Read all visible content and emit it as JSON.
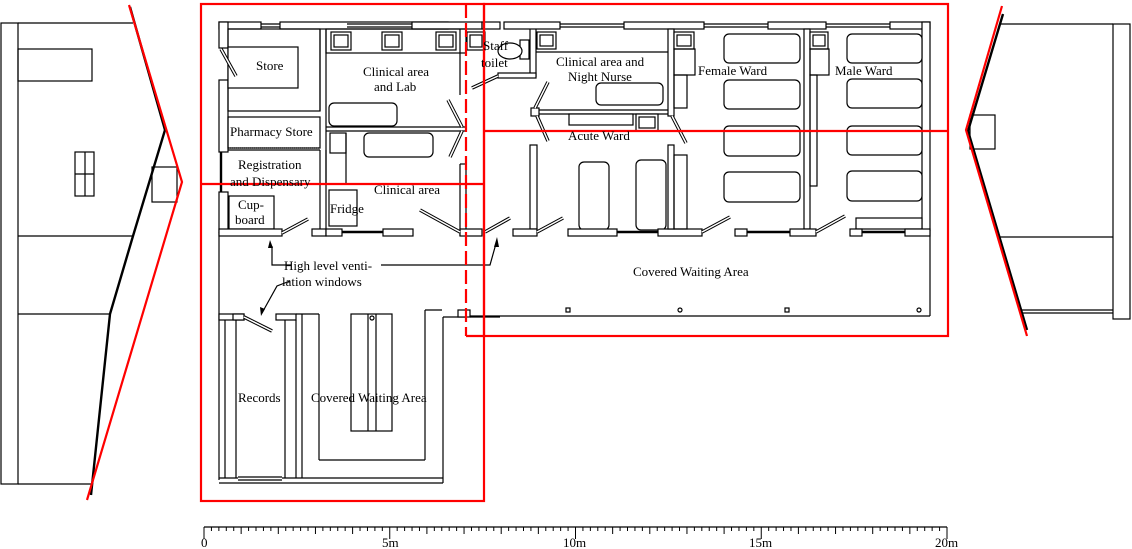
{
  "diagram": {
    "type": "floor-plan",
    "colors": {
      "line": "#000000",
      "overlay": "#ff0000",
      "background": "#ffffff"
    },
    "rooms": [
      {
        "id": "store",
        "label": "Store"
      },
      {
        "id": "clinical-lab",
        "label_line1": "Clinical area",
        "label_line2": "and Lab"
      },
      {
        "id": "staff-toilet",
        "label_line1": "Staff",
        "label_line2": "toilet"
      },
      {
        "id": "clinical-night",
        "label_line1": "Clinical area and",
        "label_line2": "Night Nurse"
      },
      {
        "id": "female-ward",
        "label": "Female Ward"
      },
      {
        "id": "male-ward",
        "label": "Male Ward"
      },
      {
        "id": "pharmacy-store",
        "label": "Pharmacy Store"
      },
      {
        "id": "registration",
        "label_line1": "Registration",
        "label_line2": "and Dispensary"
      },
      {
        "id": "acute-ward",
        "label": "Acute Ward"
      },
      {
        "id": "clinical-area",
        "label": "Clinical area"
      },
      {
        "id": "fridge",
        "label": "Fridge"
      },
      {
        "id": "cupboard",
        "label_line1": "Cup-",
        "label_line2": "board"
      },
      {
        "id": "covered-waiting-right",
        "label": "Covered Waiting Area"
      },
      {
        "id": "records",
        "label": "Records"
      },
      {
        "id": "covered-waiting-left",
        "label": "Covered Waiting Area"
      }
    ],
    "annotation": {
      "line1": "High level venti-",
      "line2": "lation windows"
    },
    "scale_bar": {
      "labels": [
        "0",
        "5m",
        "10m",
        "15m",
        "20m"
      ],
      "range_m": [
        0,
        20
      ],
      "major_tick_every_m": 1,
      "minor_tick_every_m": 0.2
    }
  }
}
